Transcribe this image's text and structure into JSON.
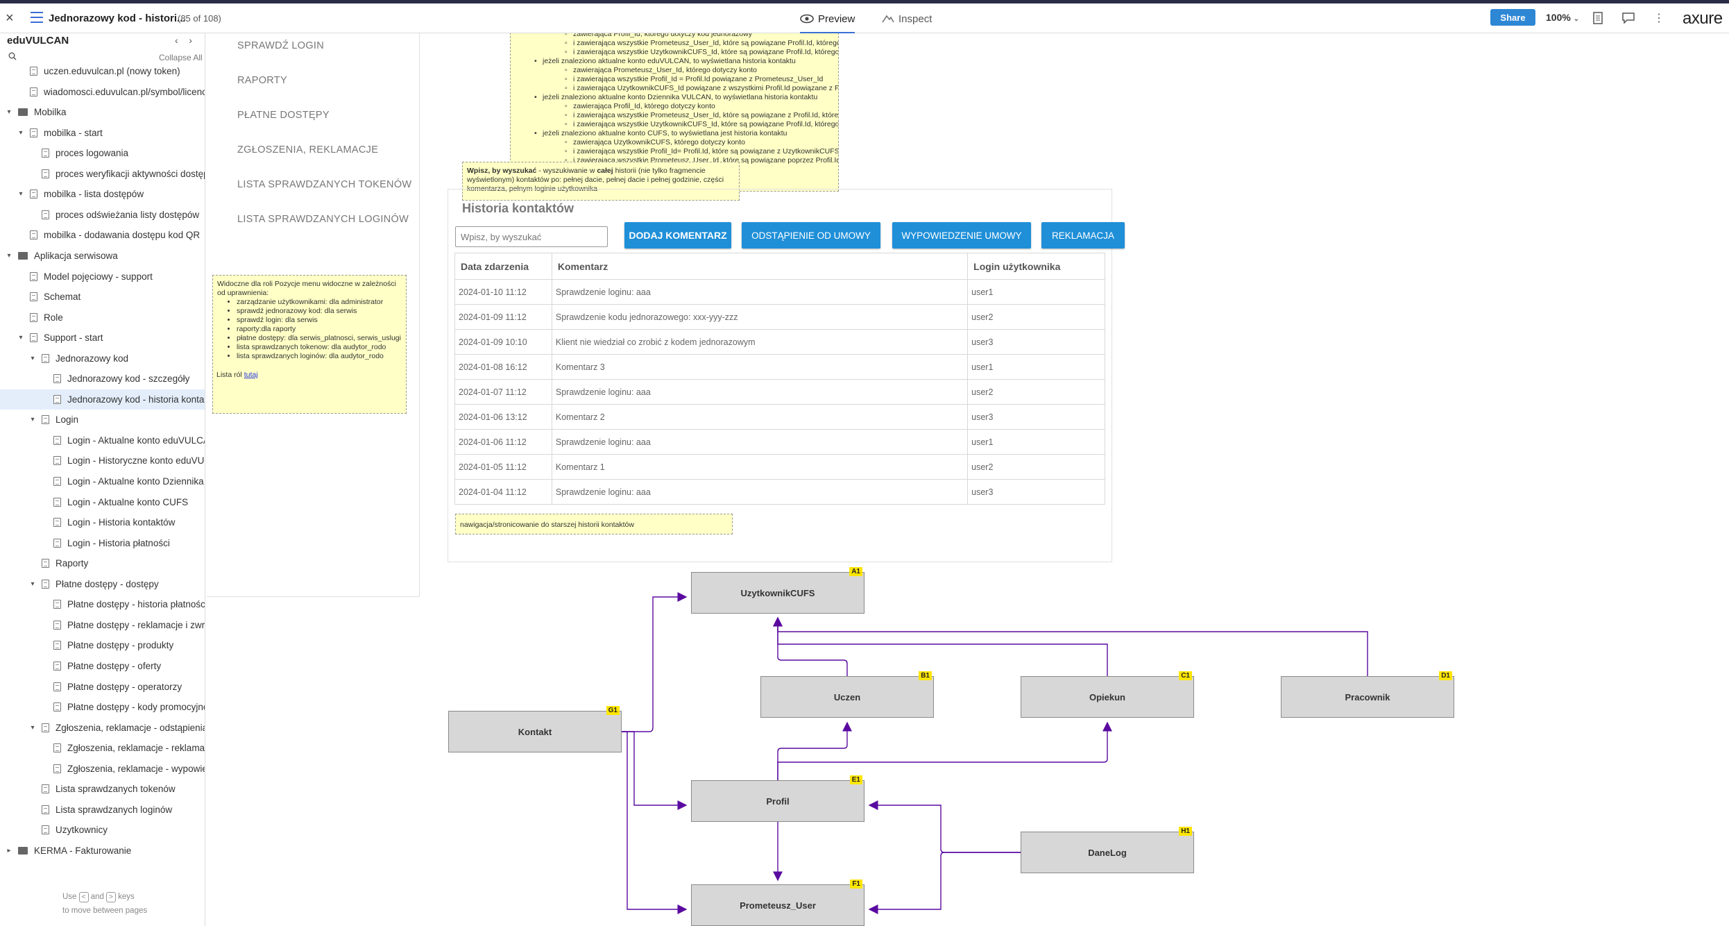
{
  "topbar": {
    "close": "×",
    "title": "Jednorazowy kod - histori...",
    "count": "(85 of 108)",
    "preview": "Preview",
    "inspect": "Inspect",
    "share": "Share",
    "zoom": "100%",
    "logo": "axure"
  },
  "sidebar": {
    "project": "eduVULCAN",
    "collapse": "Collapse All",
    "footer_pre": "Use",
    "footer_and": "and",
    "footer_post": "keys",
    "footer_line2": "to move between pages",
    "items": [
      {
        "label": "uczen.eduvulcan.pl (nowy token)",
        "type": "page",
        "level": 1
      },
      {
        "label": "wiadomosci.eduvulcan.pl/symbol/licencja",
        "type": "page",
        "level": 1
      },
      {
        "label": "Mobilka",
        "type": "folder",
        "level": 0,
        "caret": "▾"
      },
      {
        "label": "mobilka - start",
        "type": "page",
        "level": 1,
        "caret": "▾"
      },
      {
        "label": "proces logowania",
        "type": "page",
        "level": 2
      },
      {
        "label": "proces weryfikacji aktywności dostępu",
        "type": "page",
        "level": 2
      },
      {
        "label": "mobilka - lista dostępów",
        "type": "page",
        "level": 1,
        "caret": "▾"
      },
      {
        "label": "proces odświeżania listy dostępów",
        "type": "page",
        "level": 2
      },
      {
        "label": "mobilka - dodawania dostępu kod QR",
        "type": "page",
        "level": 1
      },
      {
        "label": "Aplikacja serwisowa",
        "type": "folder",
        "level": 0,
        "caret": "▾"
      },
      {
        "label": "Model pojęciowy - support",
        "type": "page",
        "level": 1
      },
      {
        "label": "Schemat",
        "type": "page",
        "level": 1
      },
      {
        "label": "Role",
        "type": "page",
        "level": 1
      },
      {
        "label": "Support - start",
        "type": "page",
        "level": 1,
        "caret": "▾"
      },
      {
        "label": "Jednorazowy kod",
        "type": "page",
        "level": 2,
        "caret": "▾"
      },
      {
        "label": "Jednorazowy kod - szczegóły",
        "type": "page",
        "level": 3
      },
      {
        "label": "Jednorazowy kod - historia kontaktów",
        "type": "page",
        "level": 3,
        "selected": true
      },
      {
        "label": "Login",
        "type": "page",
        "level": 2,
        "caret": "▾"
      },
      {
        "label": "Login - Aktualne konto eduVULCAN",
        "type": "page",
        "level": 3
      },
      {
        "label": "Login - Historyczne konto eduVULCAN",
        "type": "page",
        "level": 3
      },
      {
        "label": "Login - Aktualne konto Dziennika VULCAN",
        "type": "page",
        "level": 3
      },
      {
        "label": "Login - Aktualne konto CUFS",
        "type": "page",
        "level": 3
      },
      {
        "label": "Login - Historia kontaktów",
        "type": "page",
        "level": 3
      },
      {
        "label": "Login - Historia płatności",
        "type": "page",
        "level": 3
      },
      {
        "label": "Raporty",
        "type": "page",
        "level": 2
      },
      {
        "label": "Płatne dostępy - dostępy",
        "type": "page",
        "level": 2,
        "caret": "▾"
      },
      {
        "label": "Płatne dostępy - historia płatności",
        "type": "page",
        "level": 3
      },
      {
        "label": "Płatne dostępy - reklamacje i zwroty",
        "type": "page",
        "level": 3
      },
      {
        "label": "Płatne dostępy - produkty",
        "type": "page",
        "level": 3
      },
      {
        "label": "Płatne dostępy - oferty",
        "type": "page",
        "level": 3
      },
      {
        "label": "Płatne dostępy - operatorzy",
        "type": "page",
        "level": 3
      },
      {
        "label": "Płatne dostępy - kody promocyjne",
        "type": "page",
        "level": 3
      },
      {
        "label": "Zgłoszenia, reklamacje - odstąpienia",
        "type": "page",
        "level": 2,
        "caret": "▾"
      },
      {
        "label": "Zgłoszenia, reklamacje - reklamacje",
        "type": "page",
        "level": 3
      },
      {
        "label": "Zgłoszenia, reklamacje - wypowiedzenia",
        "type": "page",
        "level": 3
      },
      {
        "label": "Lista sprawdzanych tokenów",
        "type": "page",
        "level": 2
      },
      {
        "label": "Lista sprawdzanych loginów",
        "type": "page",
        "level": 2
      },
      {
        "label": "Uzytkownicy",
        "type": "page",
        "level": 2
      },
      {
        "label": "KERMA - Fakturowanie",
        "type": "folder",
        "level": 0,
        "caret": "▸"
      }
    ]
  },
  "left_nav": {
    "items": [
      "SPRAWDŹ LOGIN",
      "RAPORTY",
      "PŁATNE DOSTĘPY",
      "ZGŁOSZENIA, REKLAMACJE",
      "LISTA SPRAWDZANYCH TOKENÓW",
      "LISTA SPRAWDZANYCH LOGINÓW"
    ]
  },
  "notes": {
    "top_lines": [
      {
        "level": 2,
        "text": "zawierająca Profil_Id, którego dotyczy kod jednorazowy"
      },
      {
        "level": 2,
        "text": "i zawierająca wszystkie Prometeusz_User_Id, które są powiązane Profil.Id, którego dotyczy kod jednorazowy"
      },
      {
        "level": 2,
        "text": "i zawierająca wszystkie UzytkownikCUFS_Id, które są powiązane Profil.Id, którego dotyczy kod jednorazowy"
      },
      {
        "level": 1,
        "text": "jeżeli znaleziono aktualne konto eduVULCAN, to wyświetlana historia kontaktu"
      },
      {
        "level": 2,
        "text": "zawierająca Prometeusz_User_Id, którego dotyczy konto"
      },
      {
        "level": 2,
        "text": "i zawierająca wszystkie Profil_Id = Profil.Id powiązane z Prometeusz_User_Id"
      },
      {
        "level": 2,
        "text": "i zawierająca UzytkownikCUFS_Id powiązane z wszystkimi Profil.Id powiązane z Prometeusz_User_Id"
      },
      {
        "level": 1,
        "text": "jeżeli znaleziono aktualne konto Dziennika VULCAN, to wyświetlana historia kontaktu"
      },
      {
        "level": 2,
        "text": "zawierająca Profil_Id, którego dotyczy konto"
      },
      {
        "level": 2,
        "text": "i zawierająca wszystkie Prometeusz_User_Id, które są powiązane z Profil.Id, którego dotyczy konto"
      },
      {
        "level": 2,
        "text": "i zawierająca wszystkie UzytkownikCUFS_Id, które są powiązane Profil.Id, którego dotyczy konto"
      },
      {
        "level": 1,
        "text": "jeżeli znaleziono aktualne konto CUFS, to wyświetlana jest historia kontaktu"
      },
      {
        "level": 2,
        "text": "zawierająca UzytkownikCUFS, którego dotyczy konto"
      },
      {
        "level": 2,
        "text": "i zawierająca wszystkie Profil_Id= Profil.Id, które są powiązane z UzytkownikCUFS.Id"
      },
      {
        "level": 2,
        "text": "i zawierająca wszystkie Prometeusz_User_Id, które są powiązane poprzez Profil.Id z UzytkownikCUFS.Id"
      }
    ],
    "search_bold": "Wpisz, by wyszukać",
    "search_text1": " - wyszukiwanie w ",
    "search_bold2": "całej",
    "search_text2": " historii (nie tylko fragmencie wyświetlonym) kontaktów po: pełnej dacie, pełnej dacie i pełnej godzinie, części komentarza, pełnym loginie użytkownika",
    "roles_intro": "Widoczne dla roli Pozycje menu widoczne w zależności od uprawnienia:",
    "roles_list": [
      "zarządzanie użytkownikami: dla administrator",
      "sprawdź jednorazowy kod: dla serwis",
      "sprawdź login: dla serwis",
      "raporty:dla raporty",
      "płatne dostępy: dla serwis_platnosci, serwis_uslugi",
      "lista sprawdzanych tokenow: dla audytor_rodo",
      "lista sprawdzanych loginów: dla audytor_rodo"
    ],
    "roles_link_pre": "Lista ról ",
    "roles_link": "tutaj",
    "pagination": "nawigacja/stronicowanie do starszej historii kontaktów"
  },
  "history": {
    "title": "Historia kontaktów",
    "search_placeholder": "Wpisz, by wyszukać",
    "buttons": {
      "add": "DODAJ KOMENTARZ",
      "withdraw": "ODSTĄPIENIE OD UMOWY",
      "terminate": "WYPOWIEDZENIE UMOWY",
      "complaint": "REKLAMACJA"
    },
    "columns": [
      "Data zdarzenia",
      "Komentarz",
      "Login użytkownika"
    ],
    "rows": [
      [
        "2024-01-10 11:12",
        "Sprawdzenie loginu: aaa",
        "user1"
      ],
      [
        "2024-01-09 11:12",
        "Sprawdzenie kodu jednorazowego: xxx-yyy-zzz",
        "user2"
      ],
      [
        "2024-01-09 10:10",
        "Klient nie wiedział co zrobić z kodem jednorazowym",
        "user3"
      ],
      [
        "2024-01-08 16:12",
        "Komentarz 3",
        "user1"
      ],
      [
        "2024-01-07 11:12",
        "Sprawdzenie loginu: aaa",
        "user2"
      ],
      [
        "2024-01-06 13:12",
        "Komentarz 2",
        "user3"
      ],
      [
        "2024-01-06 11:12",
        "Sprawdzenie loginu: aaa",
        "user1"
      ],
      [
        "2024-01-05 11:12",
        "Komentarz 1",
        "user2"
      ],
      [
        "2024-01-04 11:12",
        "Sprawdzenie loginu: aaa",
        "user3"
      ]
    ]
  },
  "diagram": {
    "line_color": "#5a0aa0",
    "entities": {
      "cufs": {
        "name": "UzytkownikCUFS",
        "badge": "A1"
      },
      "uczen": {
        "name": "Uczen",
        "badge": "B1"
      },
      "opiekun": {
        "name": "Opiekun",
        "badge": "C1"
      },
      "pracownik": {
        "name": "Pracownik",
        "badge": "D1"
      },
      "kontakt": {
        "name": "Kontakt",
        "badge": "G1"
      },
      "profil": {
        "name": "Profil",
        "badge": "E1"
      },
      "danelog": {
        "name": "DaneLog",
        "badge": "H1"
      },
      "prometeusz": {
        "name": "Prometeusz_User",
        "badge": "F1"
      }
    }
  }
}
